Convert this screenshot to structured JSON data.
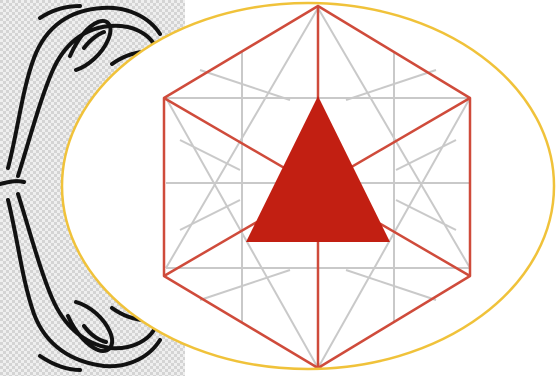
{
  "figure": {
    "elements": [
      "line-art-hand-top",
      "line-art-hand-bottom",
      "yellow-ellipse",
      "red-hexagon",
      "gray-star-lattice",
      "red-filled-triangle"
    ]
  },
  "colors": {
    "background": "#ffffff",
    "checker_light": "#efefef",
    "checker_dark": "#d4d4d4",
    "hand_stroke": "#111111",
    "ellipse_stroke": "#f0c23a",
    "hexagon_stroke": "#cf4b3b",
    "lattice_stroke": "#c9c9c9",
    "triangle_fill": "#c21f12"
  }
}
